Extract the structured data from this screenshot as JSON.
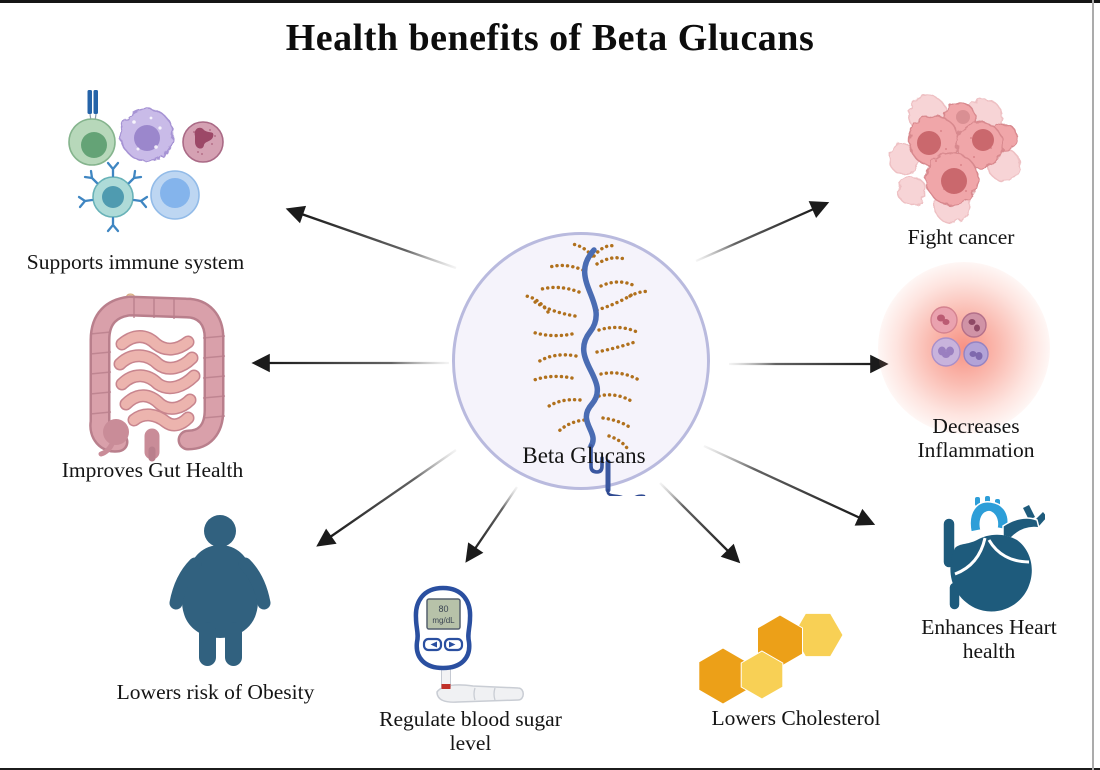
{
  "page": {
    "title": "Health benefits of Beta Glucans"
  },
  "center": {
    "label": "Beta Glucans",
    "icon": "beta-glucan-molecule-icon"
  },
  "benefits": {
    "immune": {
      "label": "Supports immune system",
      "icon": "immune-cells-icon"
    },
    "gut": {
      "label": "Improves Gut Health",
      "icon": "intestine-icon"
    },
    "obesity": {
      "label": "Lowers risk of Obesity",
      "icon": "obese-person-icon"
    },
    "blood_sugar": {
      "label": "Regulate blood sugar level",
      "icon": "glucose-meter-icon"
    },
    "cholesterol": {
      "label": "Lowers Cholesterol",
      "icon": "cholesterol-hexagons-icon"
    },
    "heart": {
      "label": "Enhances Heart health",
      "icon": "heart-icon"
    },
    "inflammation": {
      "label": "Decreases Inflammation",
      "icon": "inflamed-cells-icon"
    },
    "cancer": {
      "label": "Fight cancer",
      "icon": "cancer-cells-icon"
    }
  },
  "glucose_meter": {
    "value": "80",
    "unit": "mg/dL"
  },
  "colors": {
    "arrow": "#1b1b1b",
    "circle_fill": "#f5f3fb",
    "circle_border": "#b9bade",
    "molecule_backbone": "#4a6cb3",
    "molecule_branches": "#b0701c",
    "heart_dark": "#1e5b7c",
    "heart_light": "#2d9ed8",
    "hexagon_dark": "#eca018",
    "hexagon_light": "#f8d055",
    "silhouette_blue": "#31617f",
    "inflammation_glow": "#f0402a",
    "meter_screen": "#b7c2a9",
    "meter_trim": "#2a4fa0"
  }
}
